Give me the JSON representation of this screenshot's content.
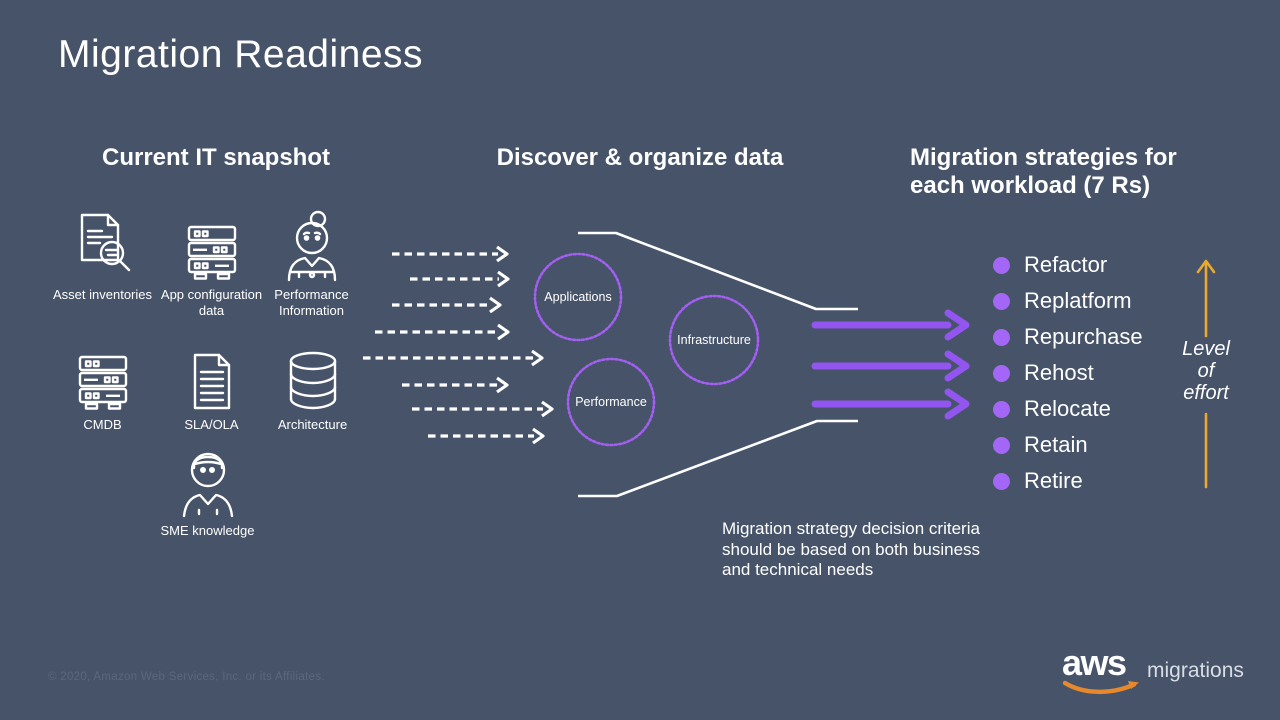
{
  "title": "Migration Readiness",
  "current_it": {
    "heading": "Current IT snapshot",
    "items": [
      {
        "label": "Asset inventories",
        "icon": "document-search-icon"
      },
      {
        "label": "App configuration data",
        "icon": "server-stack-icon"
      },
      {
        "label": "Performance Information",
        "icon": "person-female-icon"
      },
      {
        "label": "CMDB",
        "icon": "server-stack-icon"
      },
      {
        "label": "SLA/OLA",
        "icon": "document-lines-icon"
      },
      {
        "label": "Architecture",
        "icon": "database-icon"
      },
      {
        "label": "SME knowledge",
        "icon": "person-male-icon"
      }
    ]
  },
  "discover": {
    "heading": "Discover & organize data",
    "bubbles": [
      {
        "label": "Applications"
      },
      {
        "label": "Infrastructure"
      },
      {
        "label": "Performance"
      }
    ],
    "note": "Migration strategy decision criteria should be based on both business and technical needs"
  },
  "strategies": {
    "heading": "Migration strategies for each workload (7 Rs)",
    "items": [
      {
        "label": "Refactor"
      },
      {
        "label": "Replatform"
      },
      {
        "label": "Repurchase"
      },
      {
        "label": "Rehost"
      },
      {
        "label": "Relocate"
      },
      {
        "label": "Retain"
      },
      {
        "label": "Retire"
      }
    ],
    "effort_label": "Level of effort"
  },
  "footer": {
    "copyright": "© 2020, Amazon Web Services, Inc. or its Affiliates.",
    "logo_text": "aws",
    "logo_suffix": "migrations"
  },
  "colors": {
    "background": "#465369",
    "accent_purple": "#9355ef",
    "circle_purple": "#a25ff0",
    "bullet_purple": "#a466f6",
    "effort_orange": "#ecA92f",
    "aws_orange": "#e8882c",
    "line_white": "#ffffff",
    "muted_text": "#5c677c"
  }
}
